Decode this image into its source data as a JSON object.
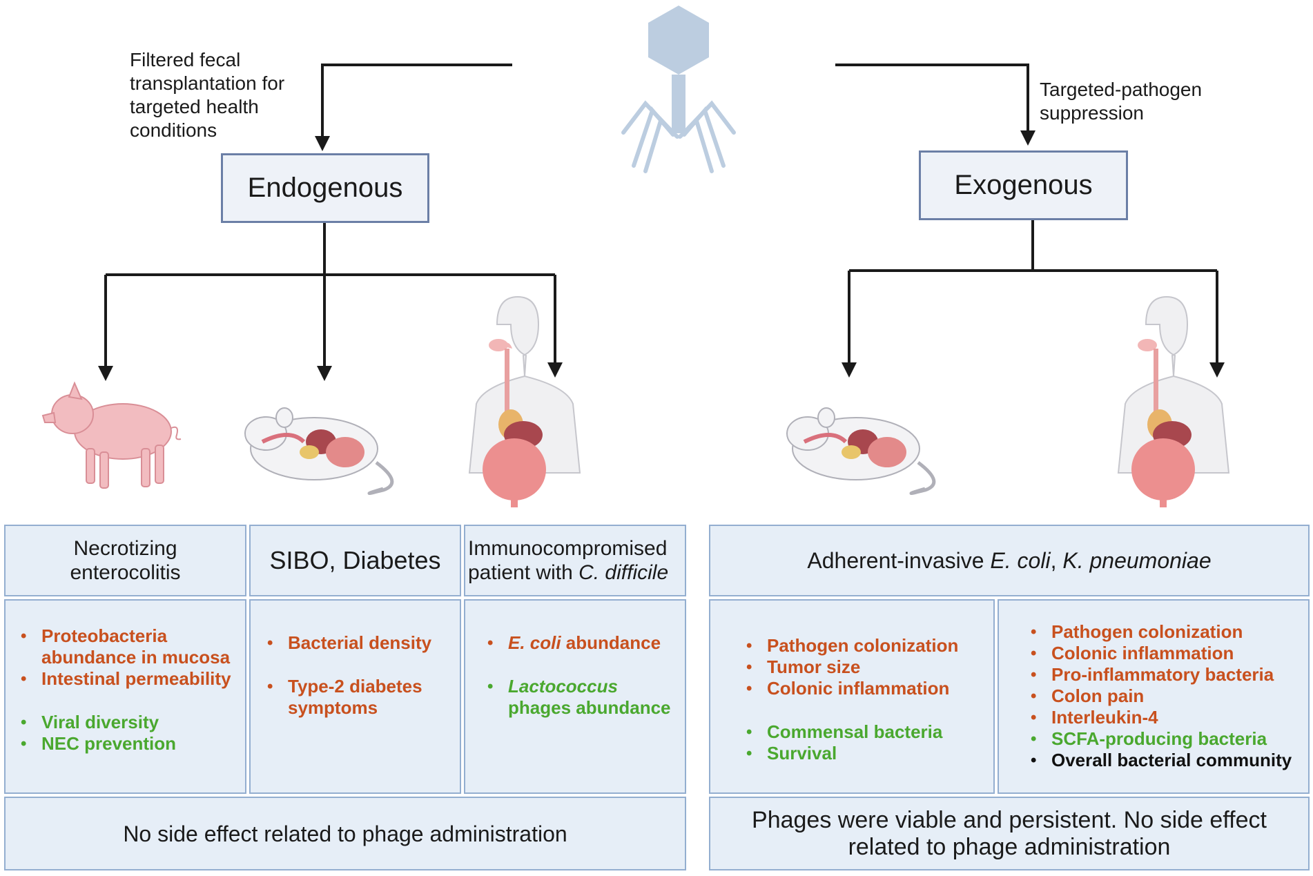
{
  "left_annotation": "Filtered fecal transplantation for targeted health conditions",
  "right_annotation": "Targeted-pathogen suppression",
  "endogenous_label": "Endogenous",
  "exogenous_label": "Exogenous",
  "icons": [
    "phage-icon",
    "piglet-icon",
    "mouse-icon",
    "human-gi-icon"
  ],
  "colors": {
    "decrease": "#c8501e",
    "increase": "#4aa82f",
    "unchanged": "#111111",
    "box_border": "#93aed0",
    "box_fill": "#e6eef7"
  },
  "endogenous": {
    "necrotizing": {
      "title": "Necrotizing enterocolitis",
      "decrease": [
        "Proteobacteria abundance in mucosa",
        "Intestinal permeability"
      ],
      "increase": [
        "Viral diversity",
        "NEC prevention"
      ]
    },
    "sibo": {
      "title": "SIBO, Diabetes",
      "decrease": [
        "Bacterial density",
        "Type-2 diabetes symptoms"
      ]
    },
    "immuno": {
      "title_prefix": "Immunocompromised patient with ",
      "title_italic": "C. difficile",
      "decrease_italic": "E. coli",
      "decrease_rest": " abundance",
      "increase_italic": "Lactococcus",
      "increase_rest": "phages abundance"
    },
    "footer": "No side effect related to phage administration"
  },
  "exogenous": {
    "header_pre": "Adherent-invasive ",
    "header_italic1": "E. coli",
    "header_mid": ", ",
    "header_italic2": "K. pneumoniae",
    "mouse": {
      "decrease": [
        "Pathogen colonization",
        "Tumor size",
        "Colonic inflammation"
      ],
      "increase": [
        "Commensal bacteria",
        "Survival"
      ]
    },
    "human": {
      "decrease": [
        "Pathogen colonization",
        "Colonic inflammation",
        "Pro-inflammatory bacteria",
        "Colon pain",
        "Interleukin-4"
      ],
      "increase": [
        "SCFA-producing  bacteria"
      ],
      "unchanged": [
        "Overall bacterial community"
      ]
    },
    "footer": "Phages were viable and persistent. No side effect related to phage administration"
  }
}
